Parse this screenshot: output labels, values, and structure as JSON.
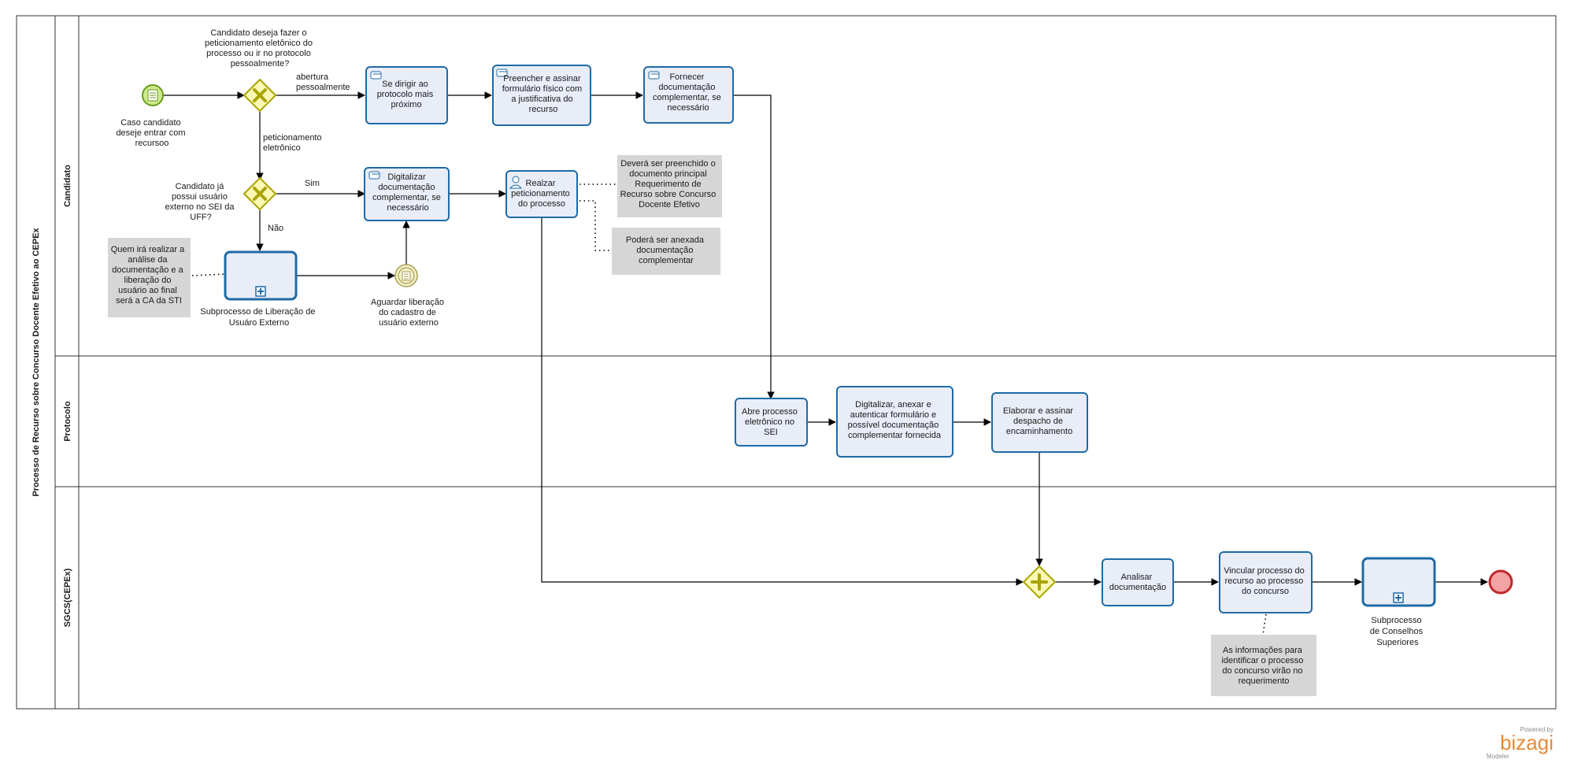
{
  "pool": {
    "title": "Processo de Recurso sobre Concurso Docente Efetivo ao CEPEx"
  },
  "lanes": {
    "candidato": "Candidato",
    "protocolo": "Protocolo",
    "sgcs": "SGCS(CEPEx)"
  },
  "events": {
    "start": {
      "label": [
        "Caso candidato",
        "deseje entrar com",
        "recursoo"
      ]
    },
    "intermediate": {
      "label": [
        "Aguardar liberação",
        "do cadastro de",
        "usuário externo"
      ]
    },
    "end": {
      "label": []
    }
  },
  "gateways": {
    "g1": {
      "label": [
        "Candidato deseja fazer o",
        "peticionamento eletônico do",
        "processo ou ir no protocolo",
        "pessoalmente?"
      ]
    },
    "g2": {
      "label": [
        "Candidato já",
        "possui usuário",
        "externo no SEI da",
        "UFF?"
      ]
    }
  },
  "tasks": {
    "t_protocolo": [
      "Se dirigir ao",
      "protocolo mais",
      "próximo"
    ],
    "t_preencher": [
      "Preencher e assinar",
      "formulário físico com",
      "a justificativa do",
      "recurso"
    ],
    "t_fornecer": [
      "Fornecer",
      "documentação",
      "complementar, se",
      "necessário"
    ],
    "t_digitalizar": [
      "Digitalizar",
      "documentação",
      "complementar, se",
      "necessário"
    ],
    "t_realizar": [
      "Realzar",
      "peticionamento",
      "do processo"
    ],
    "t_abre": [
      "Abre processo",
      "eletrônico no",
      "SEI"
    ],
    "t_digit_anexar": [
      "Digitalizar, anexar e",
      "autenticar formulário e",
      "possível documentação",
      "complementar fornecida"
    ],
    "t_elaborar": [
      "Elaborar e assinar",
      "despacho de",
      "encaminhamento"
    ],
    "t_analisar": [
      "Analisar",
      "documentação"
    ],
    "t_vincular": [
      "Vincular processo do",
      "recurso ao processo",
      "do concurso"
    ]
  },
  "subprocesses": {
    "s_liberacao": [
      "Subprocesso de Liberação de",
      "Usuáro Externo"
    ],
    "s_conselhos": [
      "Subprocesso",
      "de Conselhos",
      "Superiores"
    ]
  },
  "flow_labels": {
    "abertura": [
      "abertura",
      "pessoalmente"
    ],
    "peticionamento": [
      "peticionamento",
      "eletrônico"
    ],
    "sim": [
      "Sim"
    ],
    "nao": [
      "Não"
    ]
  },
  "annotations": {
    "a_quem": [
      "Quem irá realizar a",
      "análise da",
      "documentação e a",
      "liberação do",
      "usuário ao final",
      "será a CA da STI"
    ],
    "a_devera": [
      "Deverá ser preenchido o",
      "documento principal",
      "Requerimento de",
      "Recurso sobre Concurso",
      "Docente Efetivo"
    ],
    "a_podera": [
      "Poderá ser anexada",
      "documentação",
      "complementar"
    ],
    "a_info": [
      "As informações para",
      "identificar o processo",
      "do concurso virão no",
      "requerimento"
    ]
  },
  "watermark": {
    "powered": "Powered by",
    "brand": "bizagi",
    "product": "Modeler"
  },
  "colors": {
    "task_fill": "#e8edf7",
    "task_stroke": "#1f6aa5",
    "gateway_fill": "#fbf7b5",
    "gateway_stroke": "#a8a400",
    "start_fill": "#cdeb8b",
    "start_stroke": "#6a9a1f",
    "end_fill": "#f3a3a3",
    "end_stroke": "#c0282d",
    "note_fill": "#d6d6d6",
    "brand": "#e38b3b"
  },
  "icons": {
    "start": "document-icon",
    "intermediate": "message-icon",
    "manual_task": "hand-icon",
    "user_task": "user-icon",
    "exclusive_gateway": "x-icon",
    "parallel_gateway": "plus-icon",
    "subprocess_marker": "plus-square-icon"
  }
}
